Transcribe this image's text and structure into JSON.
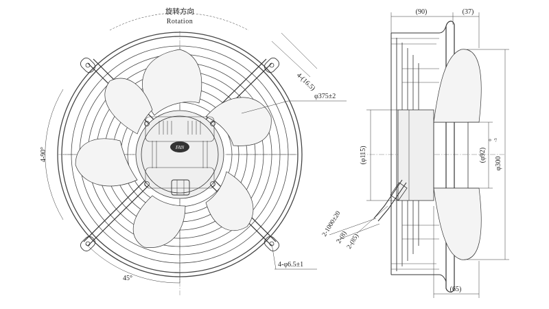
{
  "rotation": {
    "label_cn": "旋转方向",
    "label_en": "Rotation"
  },
  "front_view": {
    "mount_slots": "4-(16.5)",
    "guard_diameter": "φ375±2",
    "mount_holes": "4-φ6.5±1",
    "angle_90": "4-90°",
    "angle_45": "45°",
    "logo_text": "FAN"
  },
  "side_view": {
    "depth_90": "(90)",
    "depth_37": "(37)",
    "depth_65": "(65)",
    "motor_115": "(φ115)",
    "motor_92": "(φ92)",
    "blade_diameter": "φ300",
    "blade_tol_upper": "0",
    "blade_tol_lower": "-3",
    "cable_length": "2-1000±20",
    "cable_8": "2-(8)",
    "cable_85": "2-(85)"
  }
}
